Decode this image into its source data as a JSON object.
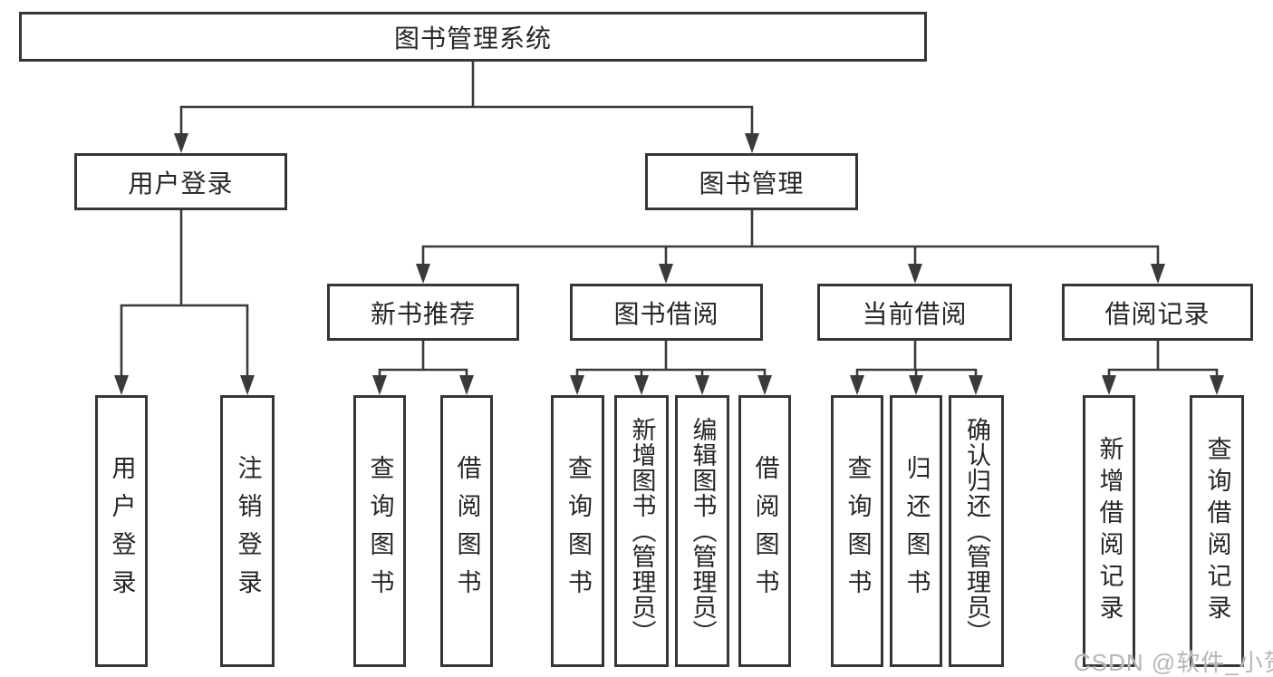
{
  "tree": {
    "root": {
      "label": "图书管理系统",
      "children": [
        {
          "label": "用户登录",
          "children": [
            {
              "label": "用户登录"
            },
            {
              "label": "注销登录"
            }
          ]
        },
        {
          "label": "图书管理",
          "children": [
            {
              "label": "新书推荐",
              "children": [
                {
                  "label": "查询图书"
                },
                {
                  "label": "借阅图书"
                }
              ]
            },
            {
              "label": "图书借阅",
              "children": [
                {
                  "label": "查询图书"
                },
                {
                  "label": "新增图书（管理员）"
                },
                {
                  "label": "编辑图书（管理员）"
                },
                {
                  "label": "借阅图书"
                }
              ]
            },
            {
              "label": "当前借阅",
              "children": [
                {
                  "label": "查询图书"
                },
                {
                  "label": "归还图书"
                },
                {
                  "label": "确认归还（管理员）"
                }
              ]
            },
            {
              "label": "借阅记录",
              "children": [
                {
                  "label": "新增借阅记录"
                },
                {
                  "label": "查询借阅记录"
                }
              ]
            }
          ]
        }
      ]
    }
  },
  "watermark": {
    "text": "CSDN @软件_小贺同学"
  },
  "colors": {
    "line": "#3a3a3a",
    "box_border": "#363636",
    "text": "#262626",
    "watermark": "#b7b7b7",
    "background": "#ffffff"
  }
}
